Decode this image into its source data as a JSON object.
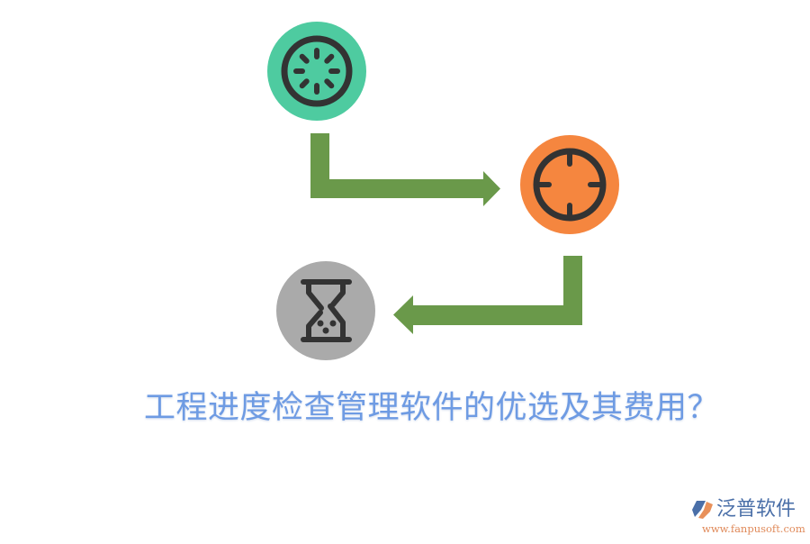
{
  "title": "工程进度检查管理软件的优选及其费用？",
  "colors": {
    "background": "#ffffff",
    "step1_circle": "#4ECBA0",
    "step2_circle": "#F5863F",
    "step3_circle": "#AAAAAA",
    "icon_stroke": "#333333",
    "arrow": "#6A994A",
    "title_text": "#6E9BE3",
    "logo_text": "#4A6FA8",
    "logo_url": "#E08A5A"
  },
  "steps": [
    {
      "id": "step-1",
      "icon": "loading-spinner-icon",
      "color": "#4ECBA0"
    },
    {
      "id": "step-2",
      "icon": "crosshair-target-icon",
      "color": "#F5863F"
    },
    {
      "id": "step-3",
      "icon": "hourglass-icon",
      "color": "#AAAAAA"
    }
  ],
  "arrows": [
    {
      "from": "step-1",
      "to": "step-2",
      "direction": "right"
    },
    {
      "from": "step-2",
      "to": "step-3",
      "direction": "left"
    }
  ],
  "logo": {
    "name": "泛普软件",
    "url": "www.fanpusoft.com"
  }
}
